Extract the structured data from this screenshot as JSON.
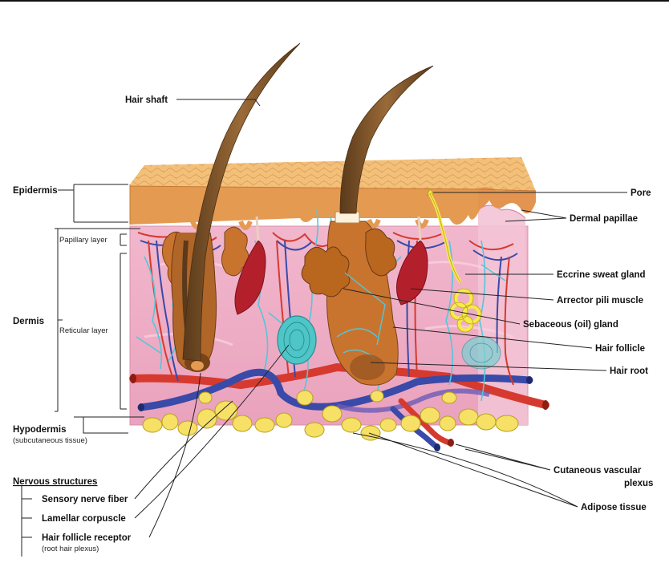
{
  "title": "Layers and structures of the skin",
  "colors": {
    "epidermis": "#e59a52",
    "epidermis_top": "#f2c27e",
    "dermis": "#efaec6",
    "vein": "#3a4aa8",
    "artery": "#d63a2e",
    "nerve": "#55c6d9",
    "fat": "#f6e066",
    "hair": "#7a5228",
    "follicle": "#c8742e",
    "sebaceous": "#b3202c",
    "sweat_gland": "#f7ea4a"
  },
  "labels": {
    "hair_shaft": "Hair shaft",
    "epidermis": "Epidermis",
    "dermis": "Dermis",
    "papillary_layer": "Papillary layer",
    "reticular_layer": "Reticular layer",
    "hypodermis": "Hypodermis",
    "hypodermis_sub": "(subcutaneous tissue)",
    "nervous_structures": "Nervous structures",
    "sensory_nerve_fiber": "Sensory nerve fiber",
    "lamellar_corpuscle": "Lamellar corpuscle",
    "hair_follicle_receptor": "Hair follicle receptor",
    "hair_follicle_receptor_sub": "(root hair plexus)",
    "pore": "Pore",
    "dermal_papillae": "Dermal papillae",
    "eccrine_sweat_gland": "Eccrine sweat gland",
    "arrector_pili_muscle": "Arrector pili muscle",
    "sebaceous_gland": "Sebaceous (oil) gland",
    "hair_follicle": "Hair follicle",
    "hair_root": "Hair root",
    "cutaneous_vascular_plexus_1": "Cutaneous vascular",
    "cutaneous_vascular_plexus_2": "plexus",
    "adipose_tissue": "Adipose tissue"
  }
}
